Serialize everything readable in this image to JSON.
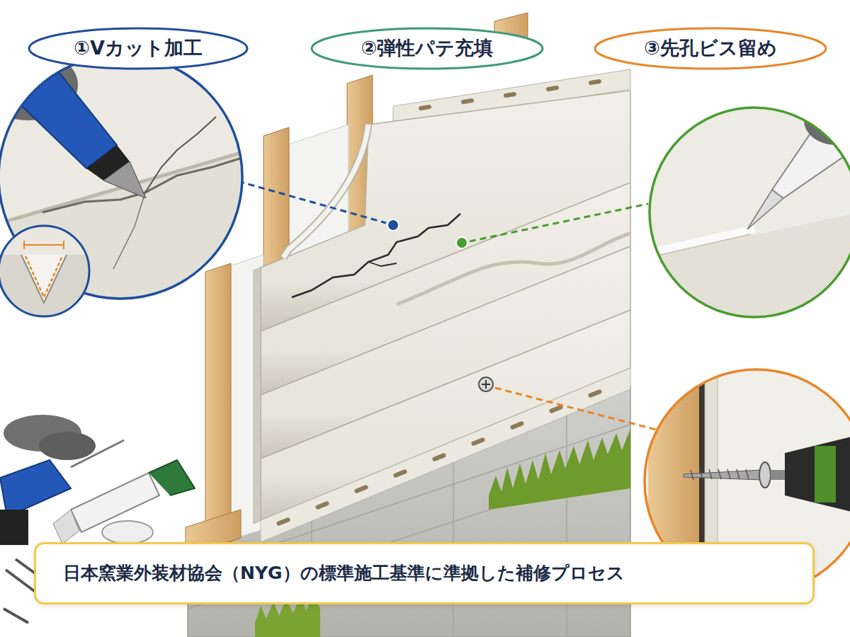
{
  "diagram": {
    "nodes": [
      {
        "text": [
          "①Vカット加工"
        ]
      },
      {
        "text": [
          "②弾性パテ充填"
        ]
      },
      {
        "text": [
          "③先孔ビス留め"
        ]
      },
      {
        "text": [
          "日本窯業外装材協会（NYG）の標準施工基準に準拠した補修プロセス"
        ]
      }
    ]
  }
}
